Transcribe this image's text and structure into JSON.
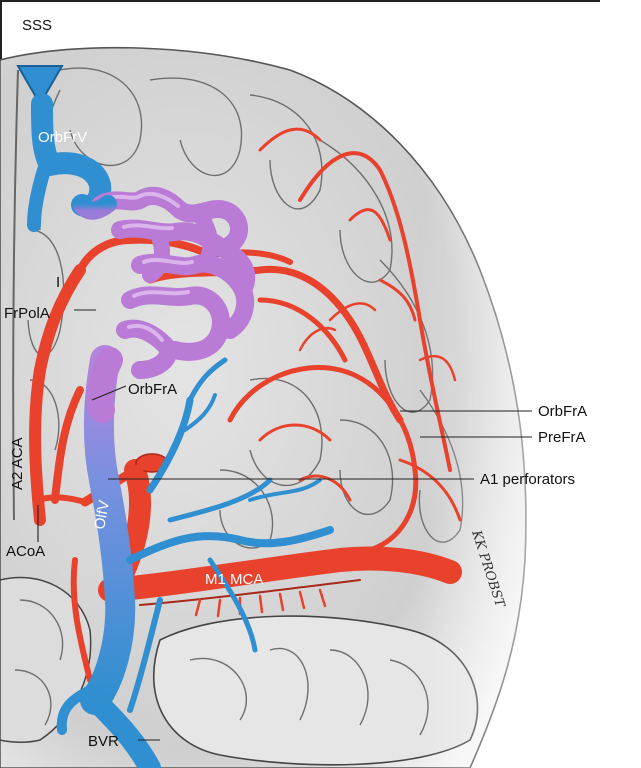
{
  "labels": {
    "sss": "SSS",
    "orbfrv": "OrbFrV",
    "i": "I",
    "frpola": "FrPolA",
    "orbfra_left": "OrbFrA",
    "a2aca": "A2 ACA",
    "olfv": "OlfV",
    "acoa": "ACoA",
    "bvr": "BVR",
    "orbfra_right": "OrbFrA",
    "prefra": "PreFrA",
    "a1perf": "A1 perforators",
    "m1mca": "M1 MCA"
  },
  "signature": "KK PROBST",
  "colors": {
    "artery": "#e8412c",
    "vein": "#2f8fd0",
    "avm": "#b97bd6",
    "brain": "#d9d9d9"
  }
}
